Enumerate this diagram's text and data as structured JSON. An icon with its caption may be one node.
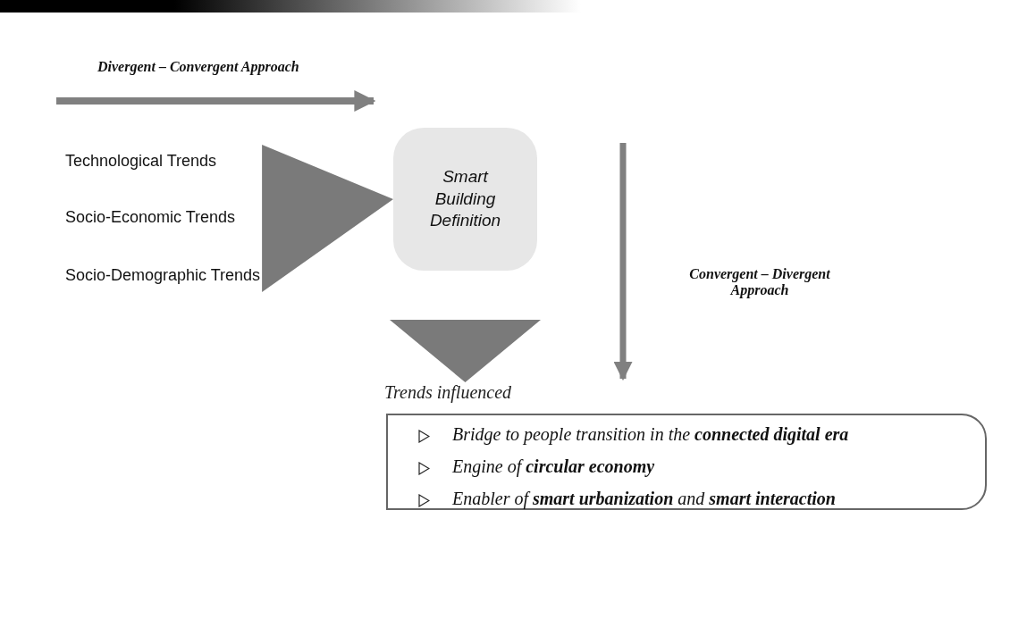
{
  "diagram": {
    "nodes": [
      {
        "text": [
          "Technological Trends"
        ]
      },
      {
        "text": [
          "Socio-Economic Trends"
        ]
      },
      {
        "text": [
          "Socio-Demographic Trends"
        ]
      },
      {
        "text": [
          "Smart Building Definition"
        ]
      },
      {
        "text": [
          "Trends influenced",
          "Bridge to people transition in the **connected digital era**",
          "Engine of **circular economy**",
          "Enabler of **smart urbanization** and **smart interaction**"
        ]
      }
    ],
    "edges": [
      {
        "from": 0,
        "to": 3,
        "arrow": "to"
      },
      {
        "from": 1,
        "to": 3,
        "arrow": "to"
      },
      {
        "from": 2,
        "to": 3,
        "arrow": "to"
      },
      {
        "from": 3,
        "to": 4,
        "arrow": "to"
      }
    ],
    "labels": [
      "Divergent – Convergent Approach",
      "Convergent – Divergent Approach"
    ]
  }
}
